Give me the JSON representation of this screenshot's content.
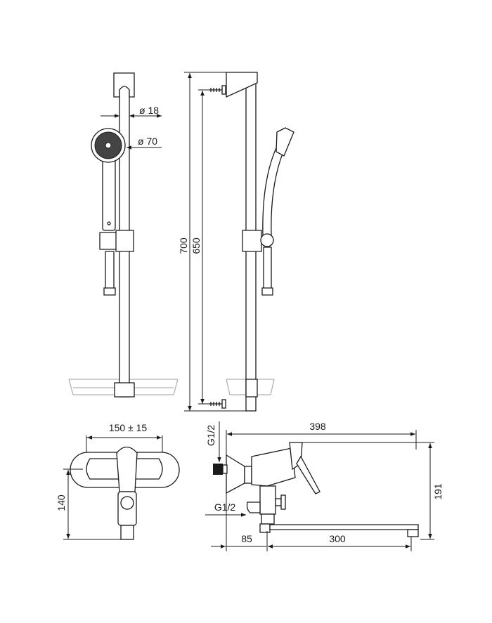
{
  "drawing": {
    "shower_front": {
      "rail_diameter": "ø 18",
      "head_diameter": "ø 70"
    },
    "shower_side": {
      "total_height": "700",
      "mount_height": "650"
    },
    "mixer_front": {
      "centers": "150 ± 15",
      "height": "140"
    },
    "mixer_side": {
      "length": "398",
      "height": "191",
      "wall_offset": "85",
      "spout_length": "300",
      "inlet_top": "G1/2",
      "outlet": "G1/2"
    }
  }
}
